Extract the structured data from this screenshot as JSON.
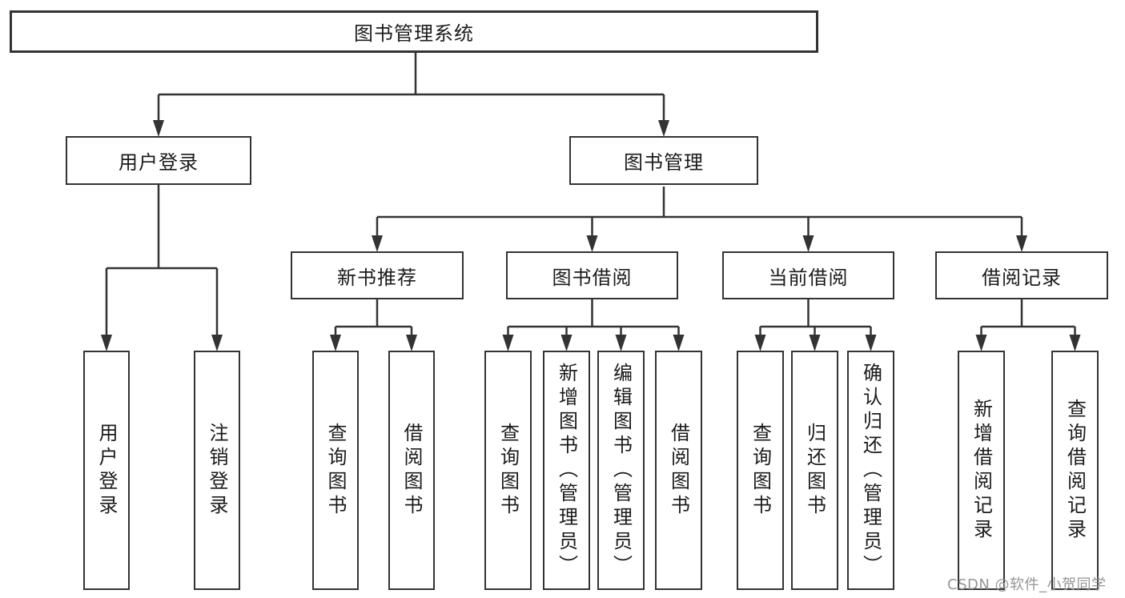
{
  "tree": {
    "root": {
      "label": "图书管理系统"
    },
    "branches": [
      {
        "label": "用户登录",
        "children": [
          {
            "label": "用户登录"
          },
          {
            "label": "注销登录"
          }
        ]
      },
      {
        "label": "图书管理",
        "children": [
          {
            "label": "新书推荐",
            "children": [
              {
                "label": "查询图书"
              },
              {
                "label": "借阅图书"
              }
            ]
          },
          {
            "label": "图书借阅",
            "children": [
              {
                "label": "查询图书"
              },
              {
                "label": "新增图书（管理员）"
              },
              {
                "label": "编辑图书（管理员）"
              },
              {
                "label": "借阅图书"
              }
            ]
          },
          {
            "label": "当前借阅",
            "children": [
              {
                "label": "查询图书"
              },
              {
                "label": "归还图书"
              },
              {
                "label": "确认归还（管理员）"
              }
            ]
          },
          {
            "label": "借阅记录",
            "children": [
              {
                "label": "新增借阅记录"
              },
              {
                "label": "查询借阅记录"
              }
            ]
          }
        ]
      }
    ]
  },
  "watermark": {
    "text": "CSDN @软件_小贺同学",
    "color": "#959595"
  },
  "colors": {
    "line": "#333333",
    "box_border": "#333333",
    "background": "#ffffff",
    "text": "#1b1b1b"
  }
}
